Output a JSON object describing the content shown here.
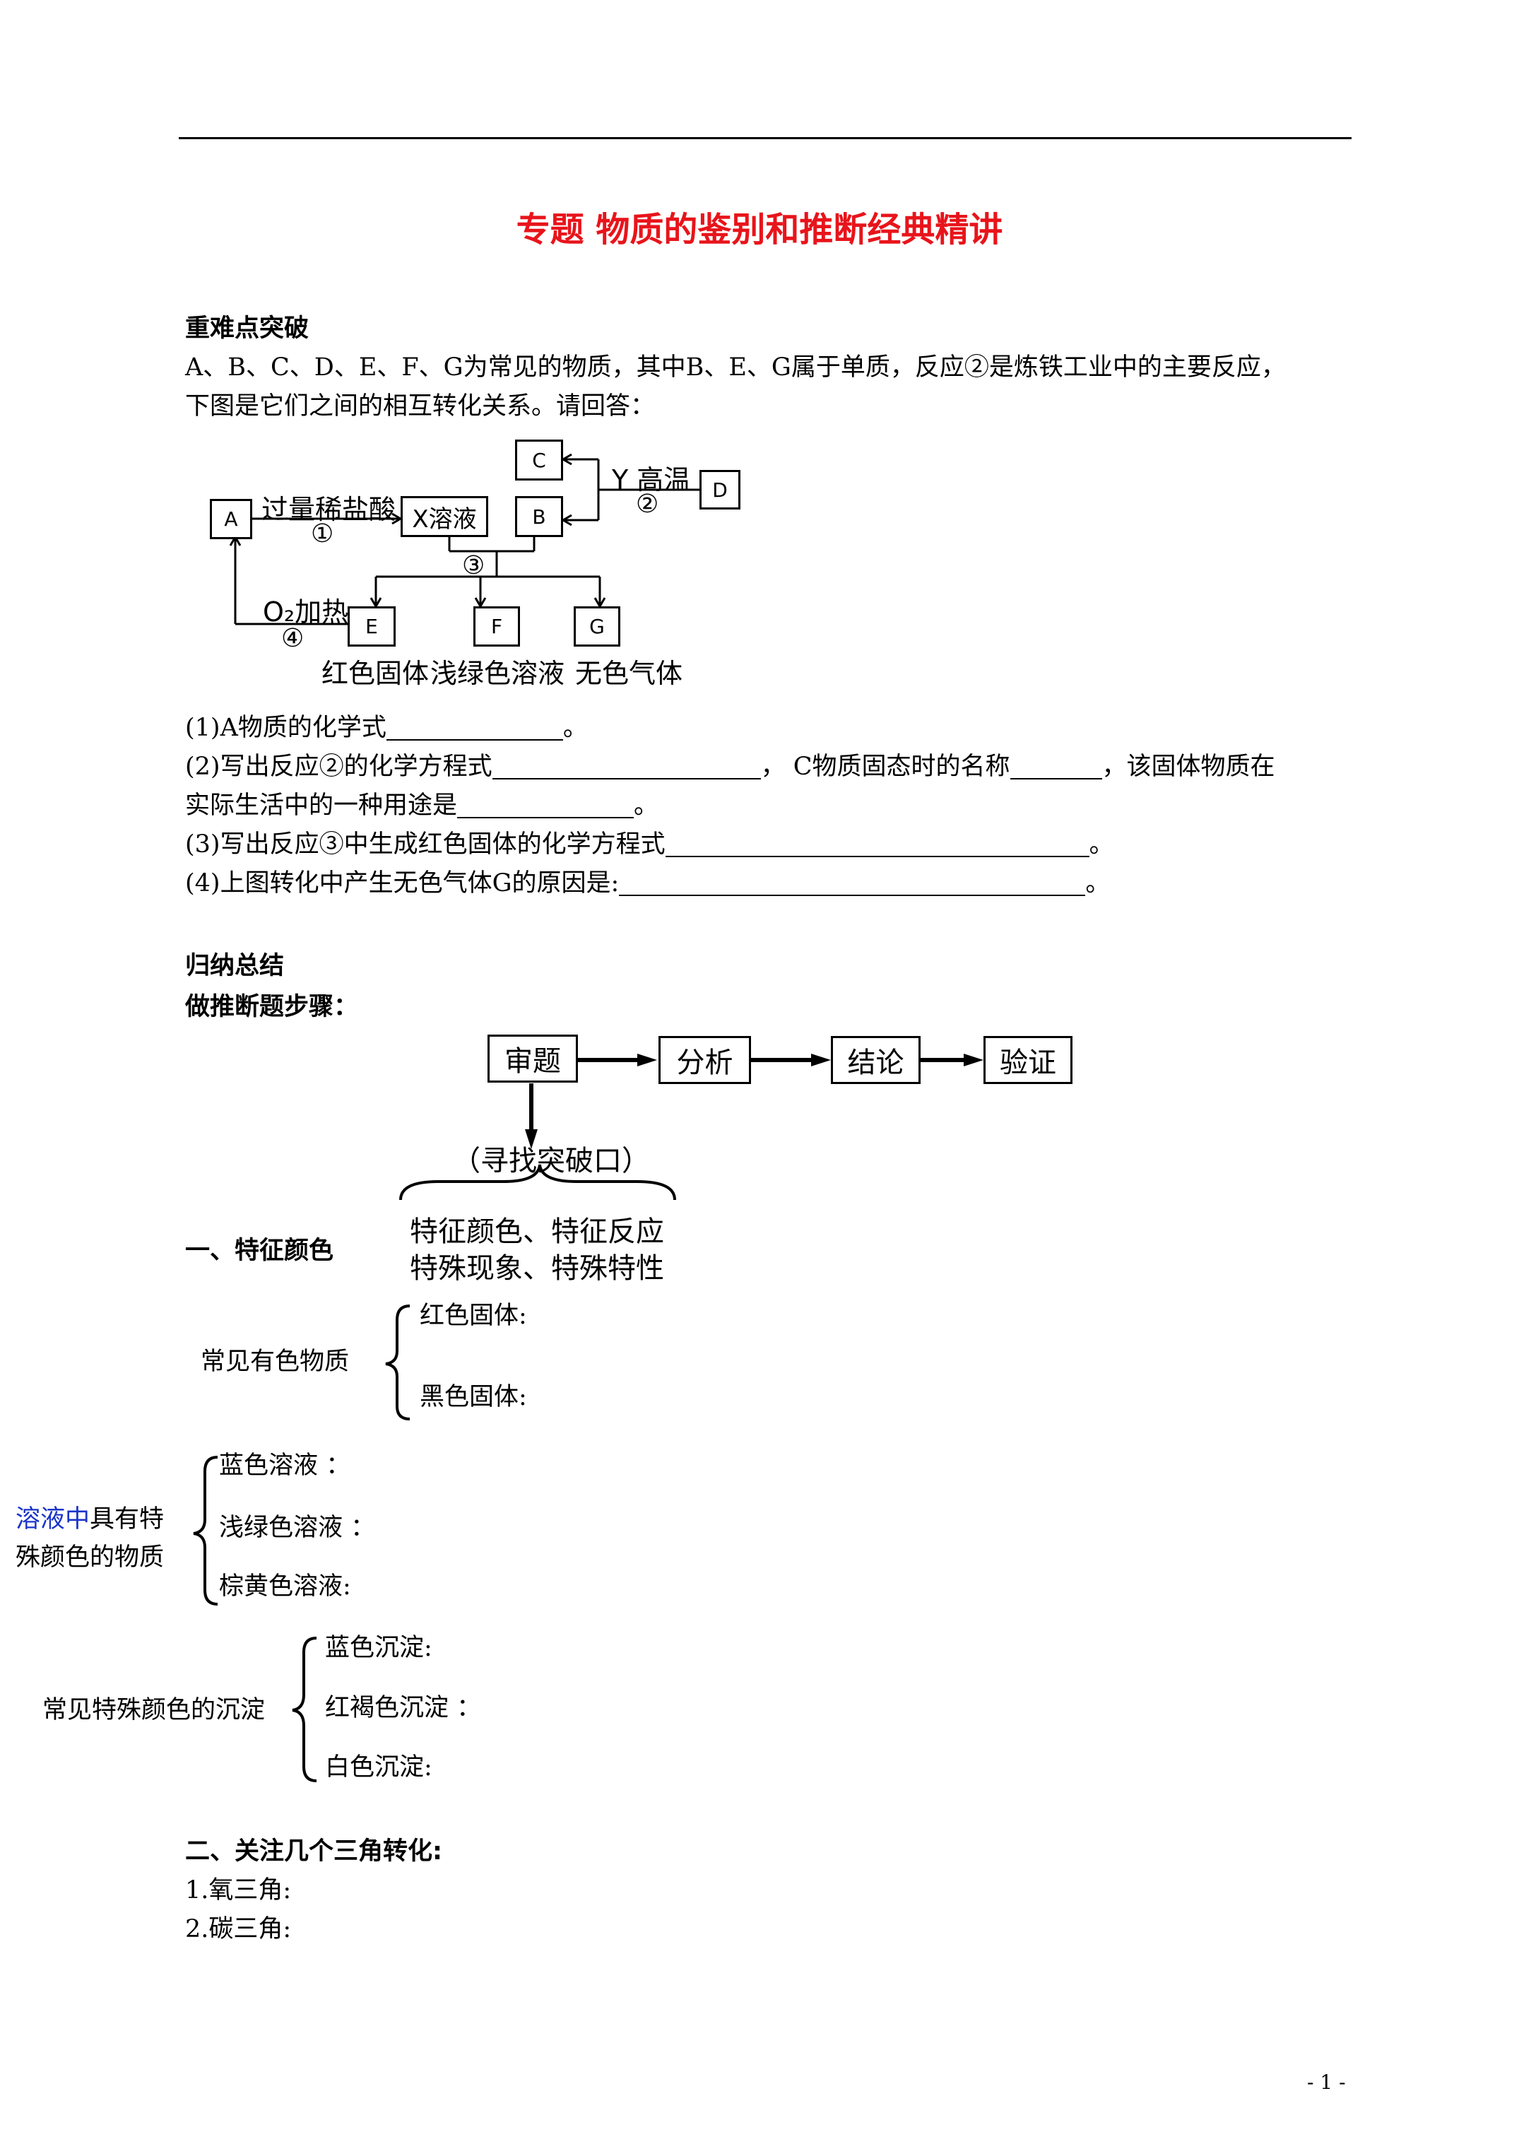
{
  "title": "专题 物质的鉴别和推断经典精讲",
  "section1": {
    "heading": "重难点突破",
    "intro_line1": "A、B、C、D、E、F、G为常见的物质，其中B、E、G属于单质，反应②是炼铁工业中的主要反应，",
    "intro_line2": "下图是它们之间的相互转化关系。请回答："
  },
  "diagram1": {
    "node_a": "A",
    "node_x": "X溶液",
    "node_b": "B",
    "node_c": "C",
    "node_d": "D",
    "node_e": "E",
    "node_f": "F",
    "node_g": "G",
    "label_acid": "过量稀盐酸",
    "circ1": "①",
    "label_y": "Y 高温",
    "circ2": "②",
    "circ3": "③",
    "label_o2": "O₂加热",
    "circ4": "④",
    "desc_e": "红色固体",
    "desc_f": "浅绿色溶液",
    "desc_g": "无色气体"
  },
  "questions": {
    "q1_prefix": "(1)A物质的化学式",
    "q1_suffix": "。",
    "q2_prefix": "(2)写出反应②的化学方程式",
    "q2_mid": "，  C物质固态时的名称",
    "q2_suffix": "，该固体物质在",
    "q2b_prefix": "实际生活中的一种用途是",
    "q2b_suffix": "。",
    "q3_prefix": "(3)写出反应③中生成红色固体的化学方程式",
    "q3_suffix": "。",
    "q4_prefix": "(4)上图转化中产生无色气体G的原因是:",
    "q4_suffix": "。"
  },
  "summary": {
    "heading": "归纳总结",
    "steps_heading": "做推断题步骤：",
    "steps": [
      "审题",
      "分析",
      "结论",
      "验证"
    ],
    "breakthrough": "（寻找突破口）",
    "features_line1": "特征颜色、特征反应",
    "features_line2": "特殊现象、特殊特性"
  },
  "colors_section": {
    "heading": "一、特征颜色",
    "colored_label": "常见有色物质",
    "red_solid": "红色固体:",
    "black_solid": "黑色固体:",
    "solution_label_blue": "溶液中",
    "solution_label_rest": "具有特",
    "solution_label_line2": "殊颜色的物质",
    "blue_solution": "蓝色溶液 ：",
    "green_solution": "浅绿色溶液 ：",
    "yellow_solution": "棕黄色溶液:",
    "precip_label": "常见特殊颜色的沉淀",
    "blue_precip": "蓝色沉淀:",
    "brown_precip": "红褐色沉淀 ：",
    "white_precip": "白色沉淀:"
  },
  "triangle_section": {
    "heading": "二、关注几个三角转化:",
    "item1": "1.氧三角:",
    "item2": "2.碳三角:"
  },
  "page_number": "- 1 -"
}
